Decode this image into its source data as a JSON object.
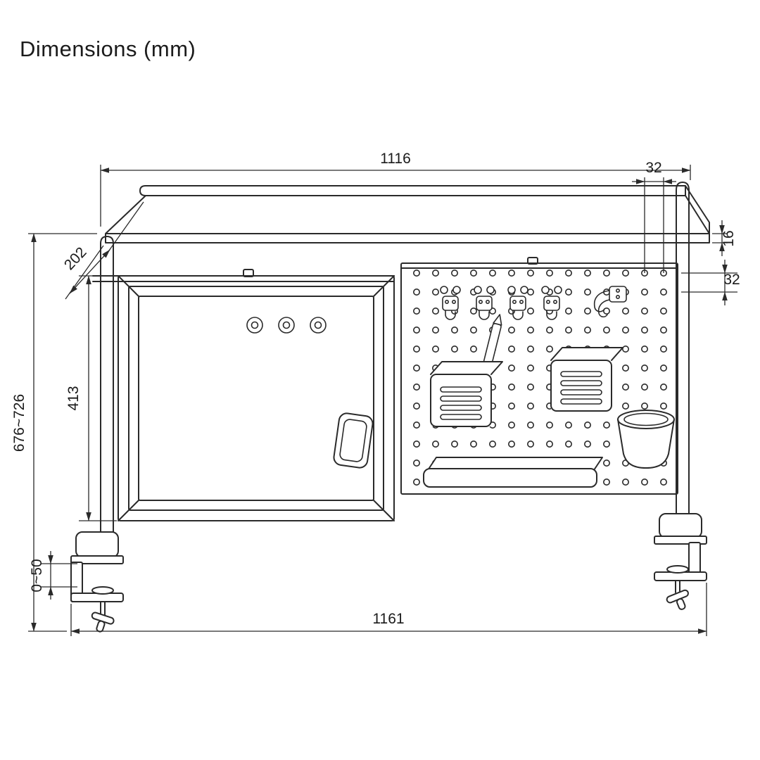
{
  "header": {
    "title": "Dimensions (mm)"
  },
  "dimensions": {
    "shelf_width": "1116",
    "hole_pitch_horizontal": "32",
    "shelf_thickness": "16",
    "hole_pitch_vertical": "32",
    "shelf_depth": "202",
    "overall_height_range": "676~726",
    "panel_height": "413",
    "clamp_range": "0~50",
    "overall_width": "1161"
  },
  "colors": {
    "ink": "#2a2a2a",
    "background": "#ffffff"
  }
}
